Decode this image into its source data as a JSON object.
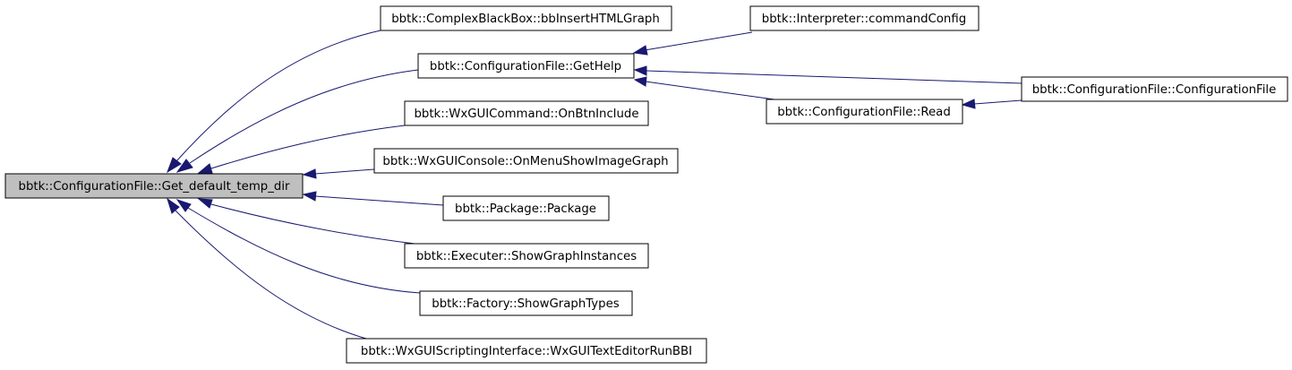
{
  "diagram": {
    "type": "caller-graph",
    "edge_color": "#191970",
    "root_fill": "#bfbfbf",
    "nodes": [
      {
        "id": "root",
        "label": "bbtk::ConfigurationFile::Get_default_temp_dir"
      },
      {
        "id": "n_complex",
        "label": "bbtk::ComplexBlackBox::bbInsertHTMLGraph"
      },
      {
        "id": "n_gethelp",
        "label": "bbtk::ConfigurationFile::GetHelp"
      },
      {
        "id": "n_onbtn",
        "label": "bbtk::WxGUICommand::OnBtnInclude"
      },
      {
        "id": "n_onmenu",
        "label": "bbtk::WxGUIConsole::OnMenuShowImageGraph"
      },
      {
        "id": "n_package",
        "label": "bbtk::Package::Package"
      },
      {
        "id": "n_showinst",
        "label": "bbtk::Executer::ShowGraphInstances"
      },
      {
        "id": "n_showtypes",
        "label": "bbtk::Factory::ShowGraphTypes"
      },
      {
        "id": "n_wxtext",
        "label": "bbtk::WxGUIScriptingInterface::WxGUITextEditorRunBBI"
      },
      {
        "id": "n_cmdconfig",
        "label": "bbtk::Interpreter::commandConfig"
      },
      {
        "id": "n_read",
        "label": "bbtk::ConfigurationFile::Read"
      },
      {
        "id": "n_cfgctor",
        "label": "bbtk::ConfigurationFile::ConfigurationFile"
      }
    ],
    "edges": [
      {
        "from": "n_complex",
        "to": "root"
      },
      {
        "from": "n_gethelp",
        "to": "root"
      },
      {
        "from": "n_onbtn",
        "to": "root"
      },
      {
        "from": "n_onmenu",
        "to": "root"
      },
      {
        "from": "n_package",
        "to": "root"
      },
      {
        "from": "n_showinst",
        "to": "root"
      },
      {
        "from": "n_showtypes",
        "to": "root"
      },
      {
        "from": "n_wxtext",
        "to": "root"
      },
      {
        "from": "n_cmdconfig",
        "to": "n_gethelp"
      },
      {
        "from": "n_cfgctor",
        "to": "n_gethelp"
      },
      {
        "from": "n_read",
        "to": "n_gethelp"
      },
      {
        "from": "n_cfgctor",
        "to": "n_read"
      }
    ]
  }
}
